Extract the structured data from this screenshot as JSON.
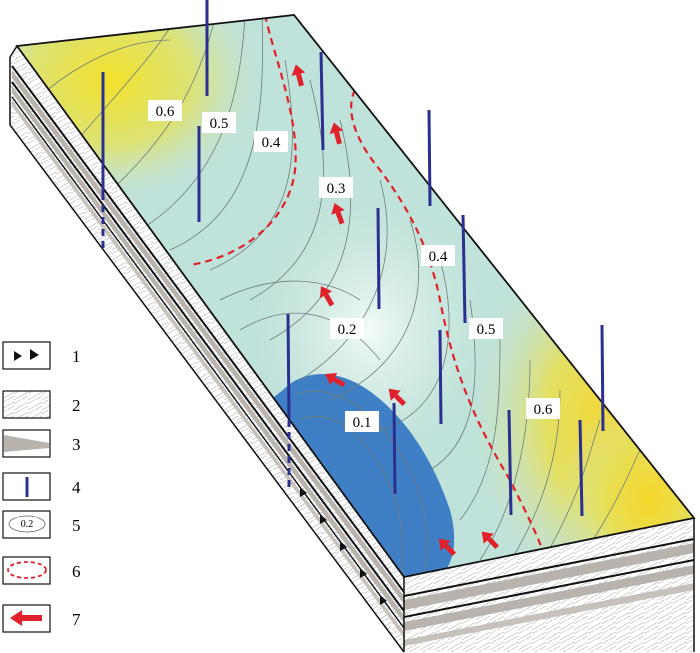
{
  "contour_labels": [
    "0.6",
    "0.5",
    "0.4",
    "0.3",
    "0.4",
    "0.2",
    "0.5",
    "0.1",
    "0.6"
  ],
  "legend": {
    "items": [
      {
        "number": "1",
        "icon": "fault-triangles-icon"
      },
      {
        "number": "2",
        "icon": "crosshatch-rock-icon"
      },
      {
        "number": "3",
        "icon": "wedge-layer-icon"
      },
      {
        "number": "4",
        "icon": "well-line-icon"
      },
      {
        "number": "5",
        "icon": "contour-ellipse-icon",
        "sample_label": "0.2"
      },
      {
        "number": "6",
        "icon": "dashed-boundary-icon"
      },
      {
        "number": "7",
        "icon": "flow-arrow-icon"
      }
    ]
  },
  "colors": {
    "well": "#2b2f8f",
    "boundary": "#e0202a",
    "arrow": "#e0202a",
    "low_zone": "#3f7fc6",
    "mid_surface": "#bfe2da",
    "high_surface": "#f2dc2a",
    "layer_gray": "#b8b3ad"
  }
}
